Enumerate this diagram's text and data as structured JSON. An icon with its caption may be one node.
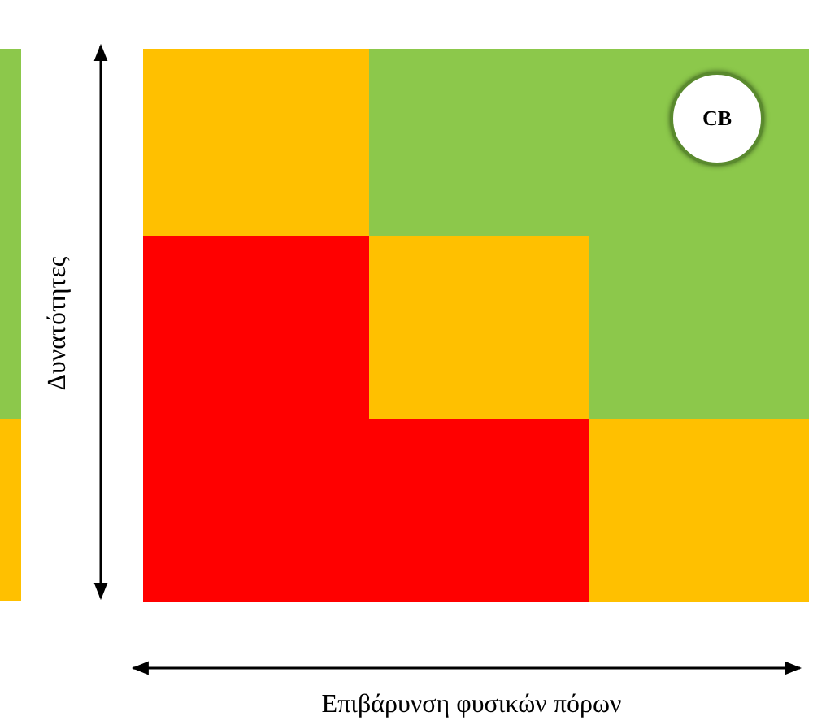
{
  "diagram": {
    "nodes": [
      {
        "text": [
          "CB"
        ]
      }
    ],
    "labels": [
      "Δυνατότητες",
      "Επιβάρυνση φυσικών πόρων"
    ]
  }
}
